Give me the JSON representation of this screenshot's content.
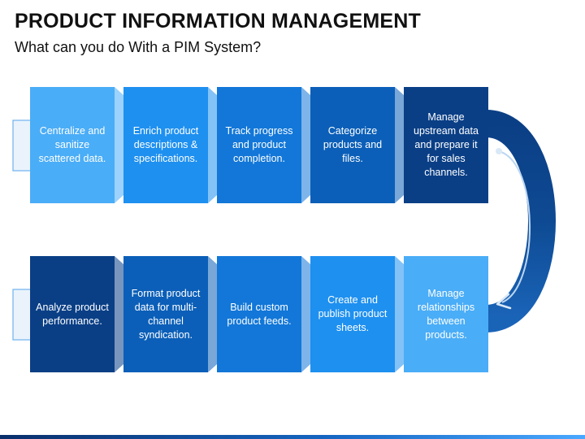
{
  "title": "PRODUCT INFORMATION MANAGEMENT",
  "subtitle": "What can you do With a PIM System?",
  "colors": {
    "c1": "#4AADF7",
    "c2": "#1E90F0",
    "c3": "#1277D8",
    "c4": "#0B5FB8",
    "c5": "#0A3F86",
    "arrow": "#0E4A93"
  },
  "rows": [
    {
      "name": "top-row",
      "cards": [
        {
          "text": "Centralize and sanitize scattered data.",
          "color": "#4AADF7"
        },
        {
          "text": "Enrich product descriptions & specifications.",
          "color": "#1E90F0"
        },
        {
          "text": "Track progress and product completion.",
          "color": "#1277D8"
        },
        {
          "text": "Categorize products and files.",
          "color": "#0B5FB8"
        },
        {
          "text": "Manage upstream data and prepare it for sales channels.",
          "color": "#0A3F86"
        }
      ]
    },
    {
      "name": "bottom-row",
      "cards": [
        {
          "text": "Analyze product performance.",
          "color": "#0A3F86"
        },
        {
          "text": "Format product data for multi-channel syndication.",
          "color": "#0B5FB8"
        },
        {
          "text": "Build custom product feeds.",
          "color": "#1277D8"
        },
        {
          "text": "Create and publish product sheets.",
          "color": "#1E90F0"
        },
        {
          "text": "Manage relationships between products.",
          "color": "#4AADF7"
        }
      ]
    }
  ]
}
